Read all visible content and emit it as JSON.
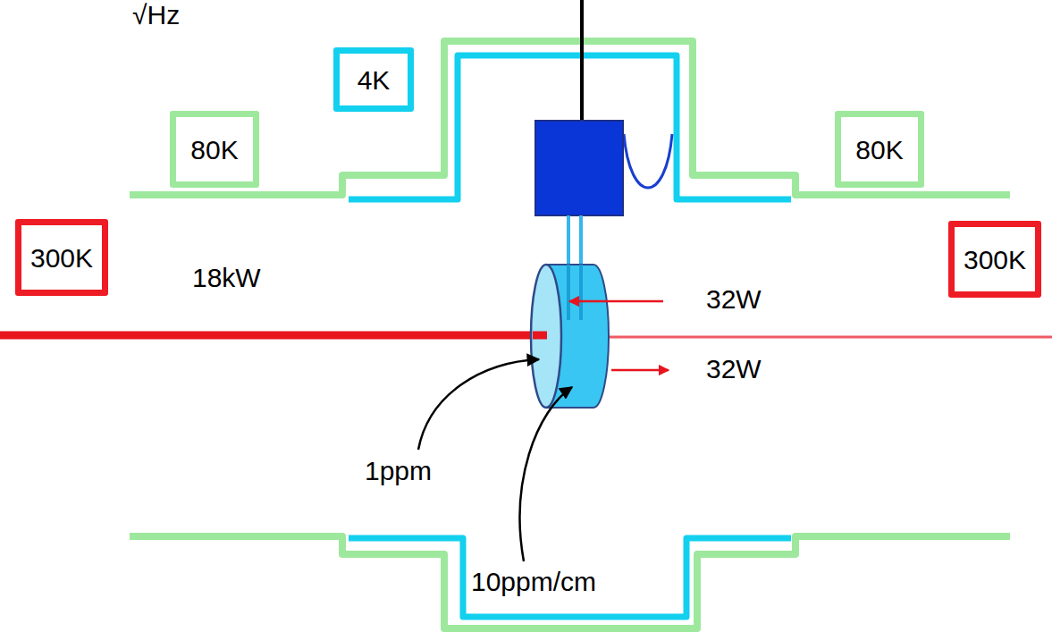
{
  "diagram": {
    "nodes": [
      {
        "text": [
          "4K"
        ]
      },
      {
        "text": [
          "80K"
        ]
      },
      {
        "text": [
          "80K"
        ]
      },
      {
        "text": [
          "300K"
        ]
      },
      {
        "text": [
          "300K"
        ]
      }
    ],
    "labels": [
      "√Hz",
      "18kW",
      "32W",
      "32W",
      "1ppm",
      "10ppm/cm"
    ]
  }
}
